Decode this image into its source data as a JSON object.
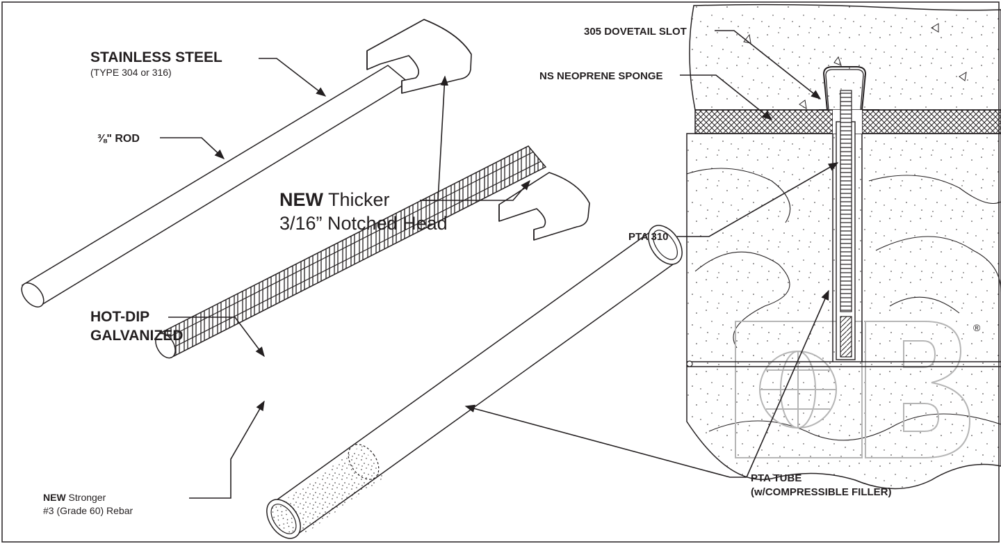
{
  "labels": {
    "stainless_title": "STAINLESS STEEL",
    "stainless_sub": "(TYPE 304 or 316)",
    "rod": "⅜\" ROD",
    "new_head_line1_bold": "NEW",
    "new_head_line1_rest": " Thicker",
    "new_head_line2": "3/16” Notched Head",
    "hot_dip_line1": "HOT-DIP",
    "hot_dip_line2": "GALVANIZED",
    "rebar_line1_bold": "NEW",
    "rebar_line1_rest": " Stronger",
    "rebar_line2": "#3 (Grade 60) Rebar",
    "dovetail": "305 DOVETAIL SLOT",
    "neoprene": "NS NEOPRENE SPONGE",
    "pta310": "PTA 310",
    "pta_tube_line1": "PTA TUBE",
    "pta_tube_line2": "(w/COMPRESSIBLE FILLER)",
    "registered": "®"
  },
  "colors": {
    "ink": "#231f20",
    "paper": "#ffffff",
    "watermark": "#b5b5b5"
  },
  "icons": {
    "logo": "globe-hb-logo-icon"
  }
}
